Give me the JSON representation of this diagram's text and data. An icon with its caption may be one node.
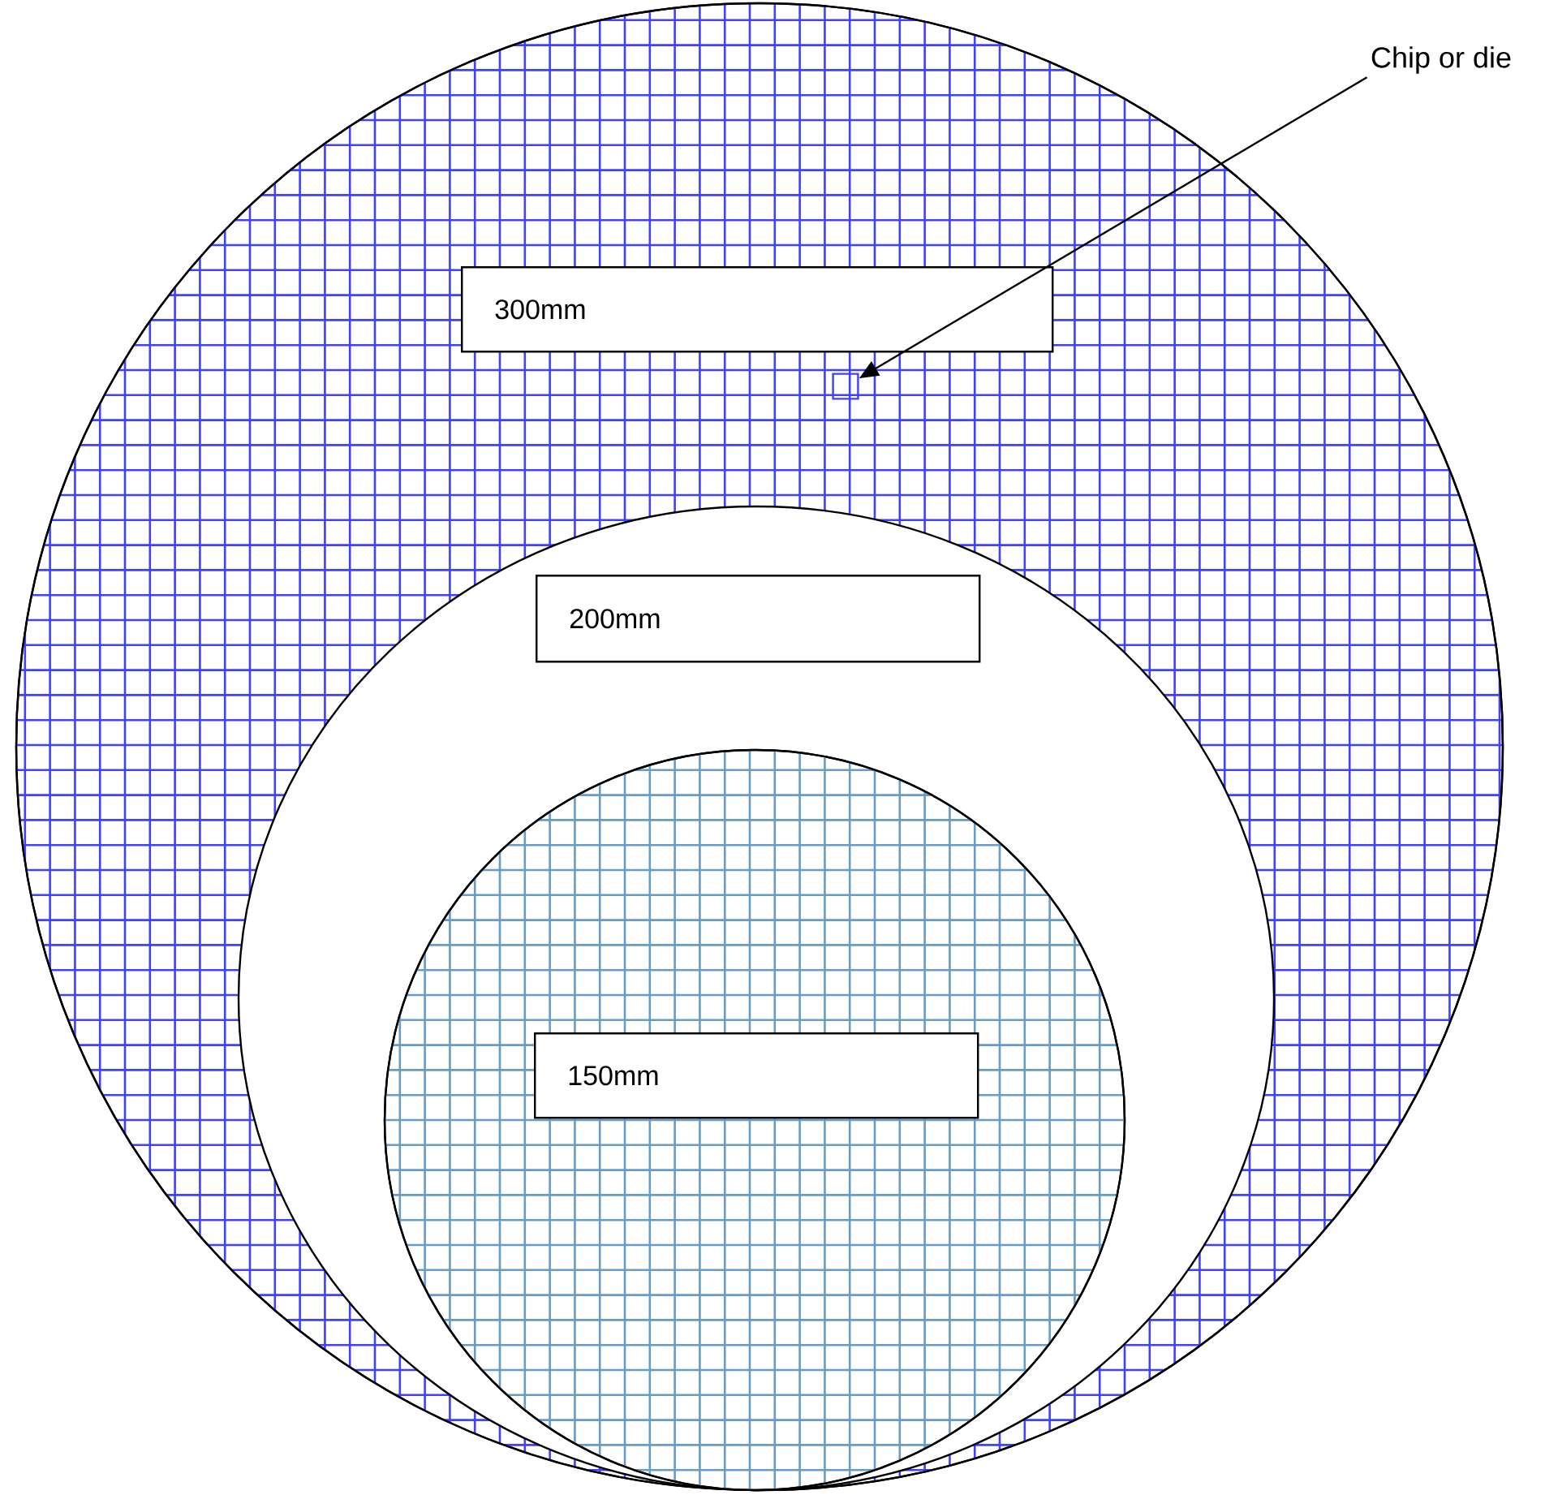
{
  "diagram": {
    "nodes": [
      {
        "text": [],
        "shape": "circle"
      },
      {
        "text": [
          "300mm"
        ],
        "in": 0
      },
      {
        "text": [],
        "shape": "circle",
        "in": 0
      },
      {
        "text": [
          "200mm"
        ],
        "in": 2
      },
      {
        "text": [],
        "shape": "circle",
        "in": 2
      },
      {
        "text": [
          "150mm"
        ],
        "in": 4
      },
      {
        "text": [
          "Chip or die"
        ]
      },
      {
        "text": [],
        "shape": "box",
        "in": 0
      }
    ],
    "edges": [
      {
        "from": 6,
        "to": 7,
        "arrow": "to"
      }
    ]
  }
}
